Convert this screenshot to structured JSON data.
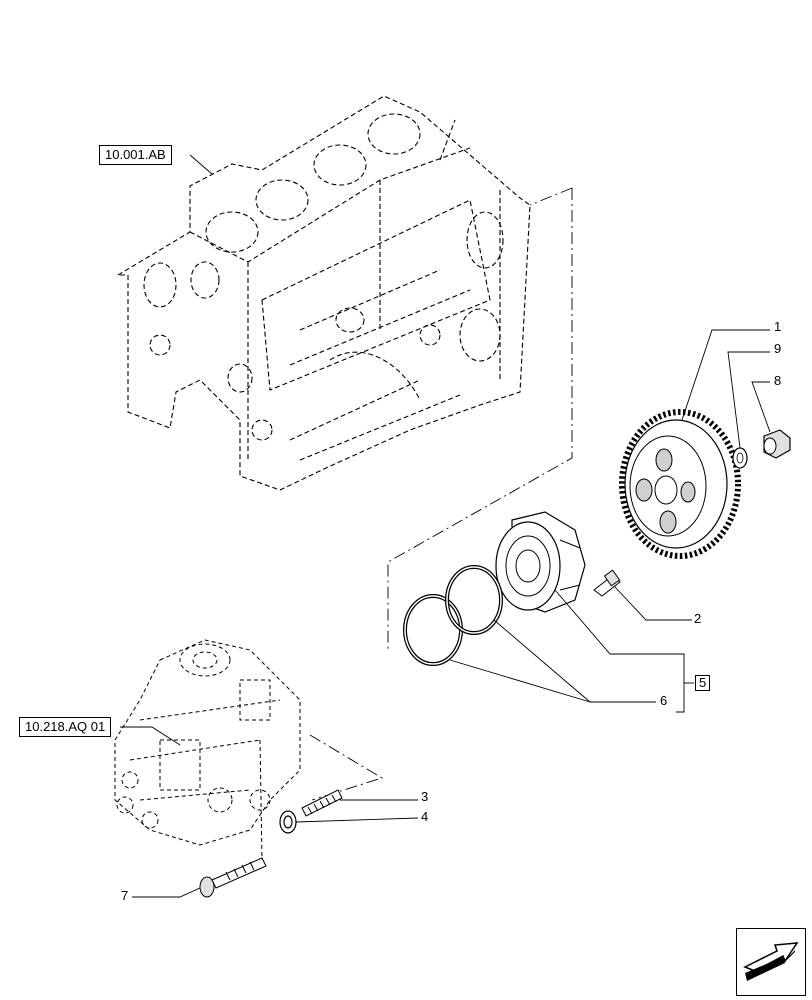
{
  "references": {
    "engine_block": "10.001.AB",
    "injection_pump": "10.218.AQ 01"
  },
  "callouts": [
    "1",
    "9",
    "8",
    "2",
    "5",
    "6",
    "3",
    "4",
    "7"
  ],
  "nav": {
    "icon": "arrow-icon"
  },
  "colors": {
    "line": "#000000",
    "background": "#ffffff",
    "fill_gray": "#d0d0d0"
  }
}
